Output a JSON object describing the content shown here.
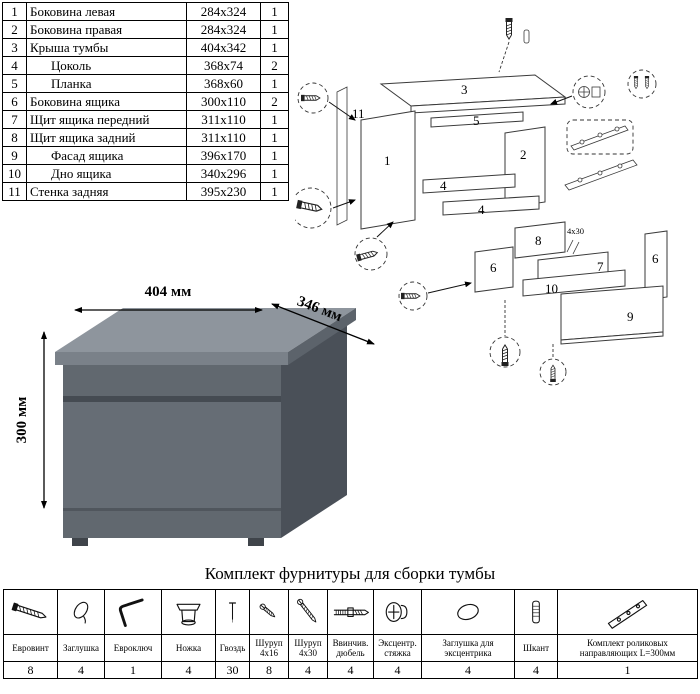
{
  "parts_table": {
    "rows": [
      {
        "num": "1",
        "name": "Боковина левая",
        "size": "284x324",
        "qty": "1"
      },
      {
        "num": "2",
        "name": "Боковина правая",
        "size": "284x324",
        "qty": "1"
      },
      {
        "num": "3",
        "name": "Крыша тумбы",
        "size": "404x342",
        "qty": "1"
      },
      {
        "num": "4",
        "name": "Цоколь",
        "size": "368x74",
        "qty": "2"
      },
      {
        "num": "5",
        "name": "Планка",
        "size": "368x60",
        "qty": "1"
      },
      {
        "num": "6",
        "name": "Боковина ящика",
        "size": "300x110",
        "qty": "2"
      },
      {
        "num": "7",
        "name": "Щит ящика передний",
        "size": "311x110",
        "qty": "1"
      },
      {
        "num": "8",
        "name": "Щит ящика задний",
        "size": "311x110",
        "qty": "1"
      },
      {
        "num": "9",
        "name": "Фасад ящика",
        "size": "396x170",
        "qty": "1"
      },
      {
        "num": "10",
        "name": "Дно ящика",
        "size": "340x296",
        "qty": "1"
      },
      {
        "num": "11",
        "name": "Стенка задняя",
        "size": "395x230",
        "qty": "1"
      }
    ]
  },
  "dimensions": {
    "width": "404 мм",
    "depth": "346 мм",
    "height": "300 мм"
  },
  "diagram": {
    "p1": "1",
    "p2": "2",
    "p3": "3",
    "p4": "4",
    "p5": "5",
    "p6": "6",
    "p7": "7",
    "p8": "8",
    "p9": "9",
    "p10": "10",
    "p11": "11",
    "screw_note": "4x30"
  },
  "hardware": {
    "title": "Комплект фурнитуры для сборки тумбы",
    "items": [
      {
        "name": "Евровинт",
        "qty": "8",
        "icon": "euro-screw"
      },
      {
        "name": "Заглушка",
        "qty": "4",
        "icon": "cap"
      },
      {
        "name": "Евроключ",
        "qty": "1",
        "icon": "hex-key"
      },
      {
        "name": "Ножка",
        "qty": "4",
        "icon": "foot"
      },
      {
        "name": "Гвоздь",
        "qty": "30",
        "icon": "nail"
      },
      {
        "name": "Шуруп 4x16",
        "qty": "8",
        "icon": "screw-small"
      },
      {
        "name": "Шуруп 4x30",
        "qty": "4",
        "icon": "screw-long"
      },
      {
        "name": "Ввинчив. дюбель",
        "qty": "4",
        "icon": "screw-dowel"
      },
      {
        "name": "Эксцентр. стяжка",
        "qty": "4",
        "icon": "cam-lock"
      },
      {
        "name": "Заглушка для эксцентрика",
        "qty": "4",
        "icon": "cam-cap"
      },
      {
        "name": "Шкант",
        "qty": "4",
        "icon": "wood-dowel"
      },
      {
        "name": "Комплект роликовых направляющих L=300мм",
        "qty": "1",
        "icon": "drawer-slides"
      }
    ]
  }
}
